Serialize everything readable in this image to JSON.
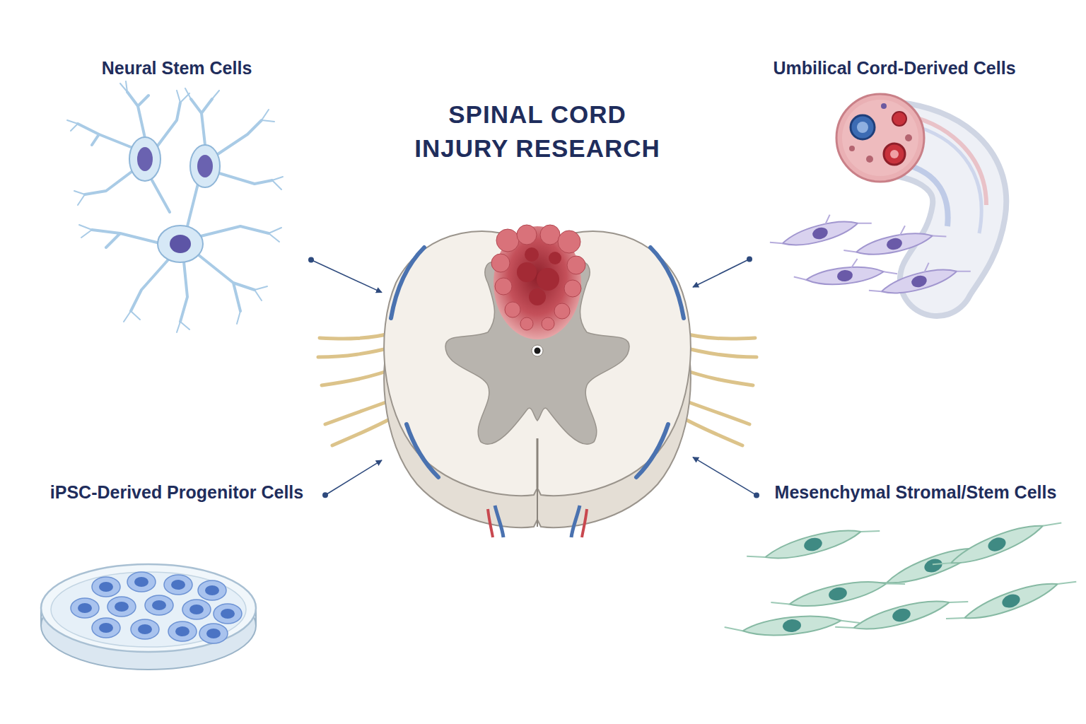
{
  "diagram": {
    "nodes": [
      {
        "text": [
          "Neural Stem Cells"
        ]
      },
      {
        "text": [
          "SPINAL CORD INJURY RESEARCH"
        ]
      },
      {
        "text": [
          "Umbilical Cord-Derived Cells"
        ]
      },
      {
        "text": [
          "iPSC-Derived Progenitor Cells"
        ]
      },
      {
        "text": [
          "Mesenchymal Stromal/Stem Cells"
        ]
      }
    ],
    "edges": [
      {
        "from": 0,
        "to": 1,
        "arrow": "to"
      },
      {
        "from": 2,
        "to": 1,
        "arrow": "to"
      },
      {
        "from": 3,
        "to": 1,
        "arrow": "to"
      },
      {
        "from": 4,
        "to": 1,
        "arrow": "to"
      }
    ]
  }
}
